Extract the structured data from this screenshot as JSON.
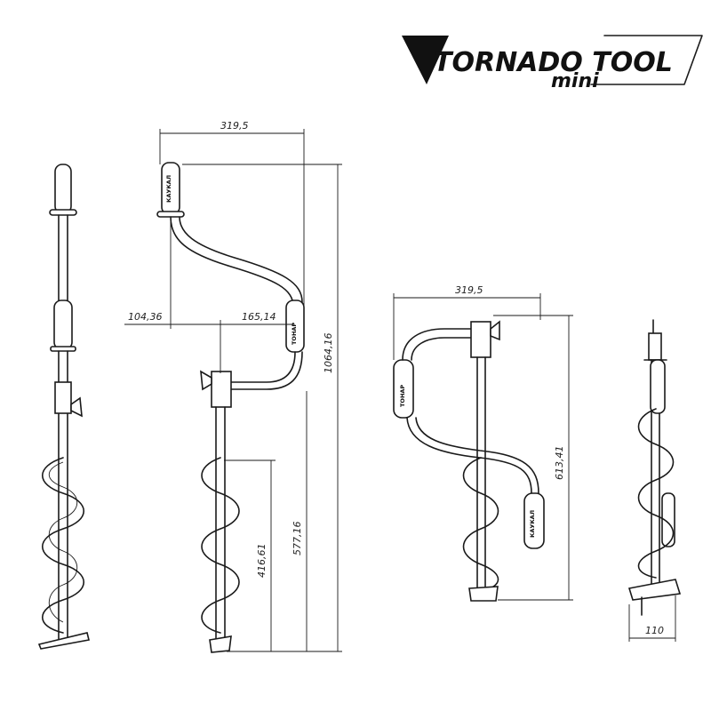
{
  "logo": {
    "line1": "TORNADO TOOL",
    "line2": "mini"
  },
  "grip_brand": "ТОНАР",
  "grip_brand_alt": "КАУКАЛ",
  "dimensions": {
    "side_width": "319,5",
    "offset_left": "104,36",
    "offset_right": "165,14",
    "total_height": "1064,16",
    "auger_height": "577,16",
    "spiral_height": "416,61",
    "folded_width": "319,5",
    "folded_height": "613,41",
    "base_width": "110"
  }
}
